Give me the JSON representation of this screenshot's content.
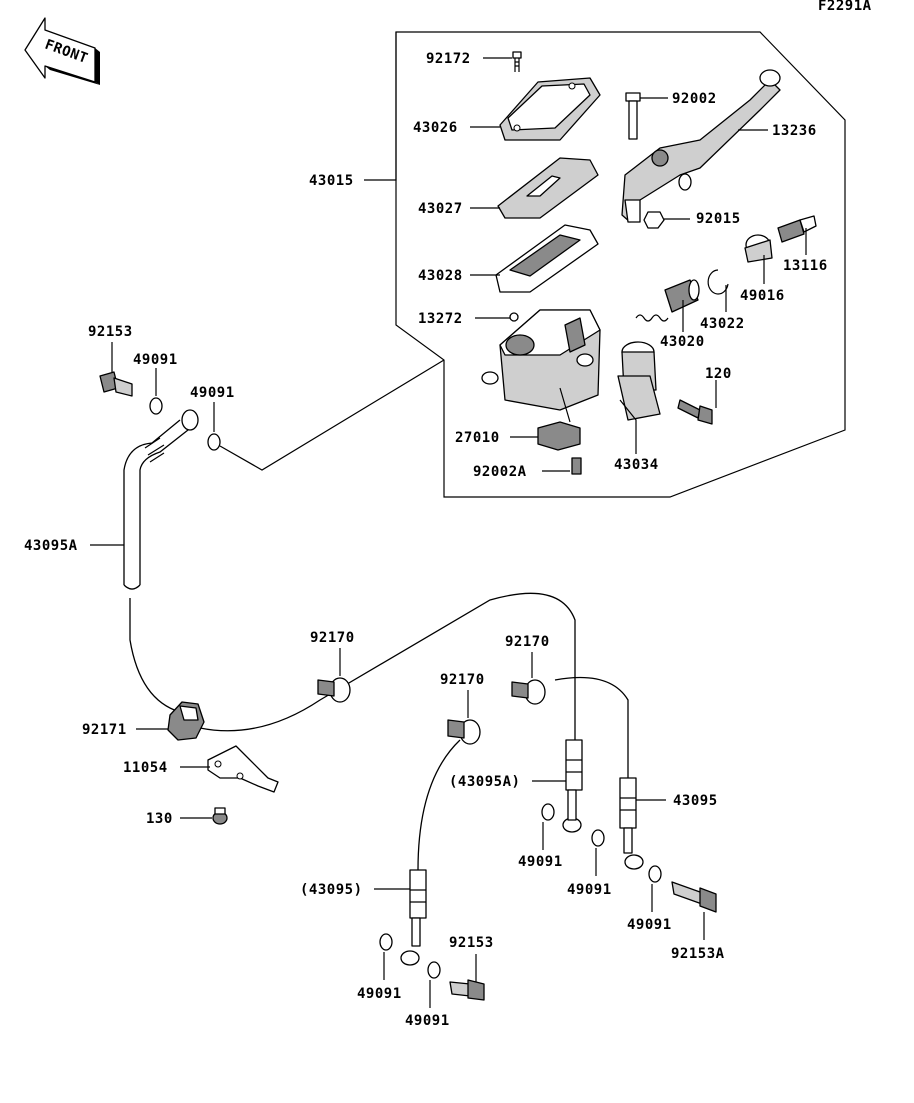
{
  "figure_code": "F2291A",
  "front_badge": "FRONT",
  "labels": {
    "p92172": "92172",
    "p43026": "43026",
    "p43015": "43015",
    "p43027": "43027",
    "p43028": "43028",
    "p13272": "13272",
    "p27010": "27010",
    "p92002A": "92002A",
    "p43034": "43034",
    "p120": "120",
    "p43020": "43020",
    "p43022": "43022",
    "p49016": "49016",
    "p13116": "13116",
    "p92015": "92015",
    "p13236": "13236",
    "p92002": "92002",
    "p92153a": "92153",
    "p49091a": "49091",
    "p49091b": "49091",
    "p43095A": "43095A",
    "p92170a": "92170",
    "p92170b": "92170",
    "p92170c": "92170",
    "p92171": "92171",
    "p11054": "11054",
    "p130": "130",
    "p43095Ap": "(43095A)",
    "p43095": "43095",
    "p43095p": "(43095)",
    "p49091c": "49091",
    "p49091d": "49091",
    "p49091e": "49091",
    "p49091f": "49091",
    "p49091g": "49091",
    "p92153b": "92153",
    "p92153A": "92153A"
  }
}
